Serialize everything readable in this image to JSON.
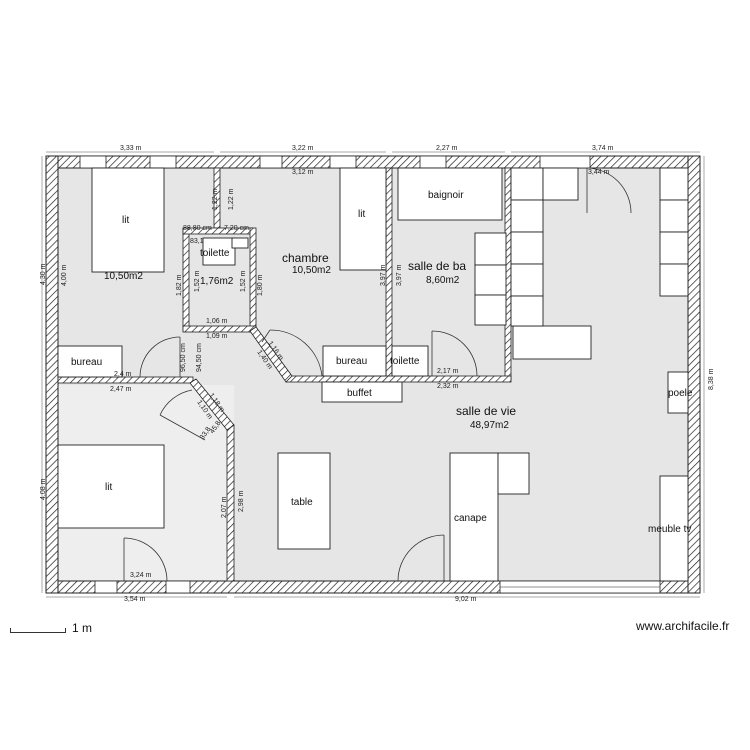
{
  "rooms": {
    "bedroom1_area": "10,50m2",
    "wc_name": "toilette",
    "wc_area": "1,76m2",
    "chambre_name": "chambre",
    "chambre_area": "10,50m2",
    "bath_name": "salle de ba",
    "bath_area": "8,60m2",
    "living_name": "salle de vie",
    "living_area": "48,97m2"
  },
  "furniture": {
    "lit": "lit",
    "bureau": "bureau",
    "toilette": "toilette",
    "baignoir": "baignoir",
    "buffet": "buffet",
    "table": "table",
    "canape": "canape",
    "poele": "poele",
    "meuble": "meuble tv"
  },
  "dimensions": {
    "top1": "3,33 m",
    "top2": "3,22 m",
    "top2b": "3,12 m",
    "top3": "2,27 m",
    "top4": "3,74 m",
    "top4b": "3,44 m",
    "left1": "4,30 m",
    "left1b": "4,00 m",
    "left2": "4,08 m",
    "right1": "8,38 m",
    "bottom1": "3,54 m",
    "bottom1b": "3,24 m",
    "bottom2": "9,02 m",
    "wc_top1": "1,22 m",
    "wc_top2": "1,22 m",
    "wc_w1": "88,80 cm",
    "wc_w2": "7,20 cm",
    "wc_w3": "83,1",
    "wc_h1": "1,82 m",
    "wc_h2": "1,52 m",
    "wc_h3": "1,52 m",
    "wc_h4": "1,80 m",
    "wc_bottom": "1,06 m",
    "wc_bottom2": "1,09 m",
    "hall1": "96,50 cm",
    "hall2": "94,50 cm",
    "diag1": "1,16 m",
    "diag2": "1,40 m",
    "ch_right1": "3,97 m",
    "ch_right2": "3,97 m",
    "bath_b1": "2,17 m",
    "bath_b2": "2,32 m",
    "bed2_t1": "2,4 m",
    "bed2_t2": "2,47 m",
    "diag3": "1,18 m",
    "diag4": "1,10 m",
    "diag5": "33,8",
    "diag6": "45,8",
    "mid_v1": "2,07 m",
    "mid_v2": "2,98 m"
  },
  "scale": "1 m",
  "brand": "www.archifacile.fr"
}
